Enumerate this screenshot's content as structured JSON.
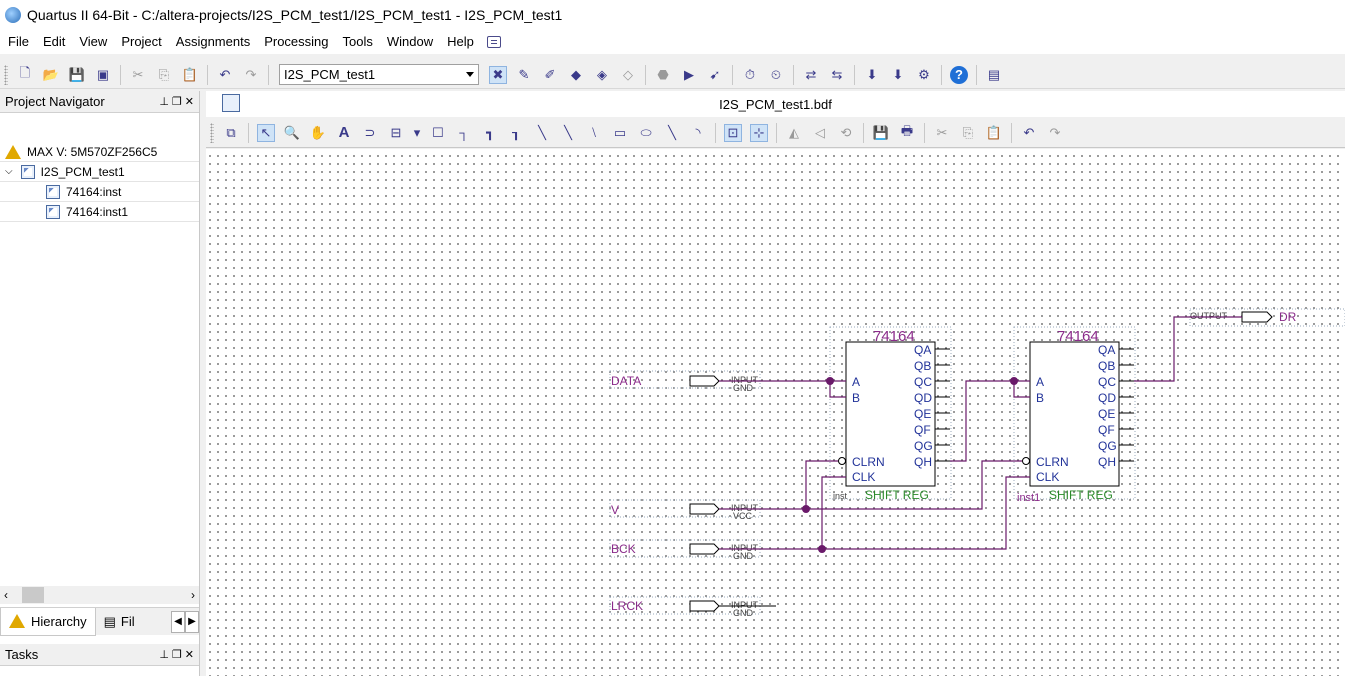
{
  "window": {
    "title": "Quartus II 64-Bit - C:/altera-projects/I2S_PCM_test1/I2S_PCM_test1 - I2S_PCM_test1"
  },
  "menu": [
    "File",
    "Edit",
    "View",
    "Project",
    "Assignments",
    "Processing",
    "Tools",
    "Window",
    "Help"
  ],
  "toolbar": {
    "project_select": "I2S_PCM_test1"
  },
  "project_navigator": {
    "title": "Project Navigator",
    "device": "MAX V: 5M570ZF256C5",
    "top_entity": "I2S_PCM_test1",
    "instances": [
      "74164:inst",
      "74164:inst1"
    ],
    "tabs": [
      "Hierarchy",
      "Fil"
    ]
  },
  "tasks": {
    "title": "Tasks"
  },
  "document": {
    "title": "I2S_PCM_test1.bdf"
  },
  "schematic": {
    "inputs": [
      {
        "name": "DATA",
        "type": "INPUT",
        "default": "GND"
      },
      {
        "name": "V",
        "type": "INPUT",
        "default": "VCC"
      },
      {
        "name": "BCK",
        "type": "INPUT",
        "default": "GND"
      },
      {
        "name": "LRCK",
        "type": "INPUT",
        "default": "GND"
      }
    ],
    "output": {
      "name": "DR",
      "type": "OUTPUT"
    },
    "blocks": [
      {
        "part": "74164",
        "inst": "inst",
        "desc": "SHIFT REG",
        "left_pins": [
          "A",
          "B",
          "CLRN",
          "CLK"
        ],
        "right_pins": [
          "QA",
          "QB",
          "QC",
          "QD",
          "QE",
          "QF",
          "QG",
          "QH"
        ]
      },
      {
        "part": "74164",
        "inst": "inst1",
        "desc": "SHIFT REG",
        "left_pins": [
          "A",
          "B",
          "CLRN",
          "CLK"
        ],
        "right_pins": [
          "QA",
          "QB",
          "QC",
          "QD",
          "QE",
          "QF",
          "QG",
          "QH"
        ]
      }
    ]
  }
}
